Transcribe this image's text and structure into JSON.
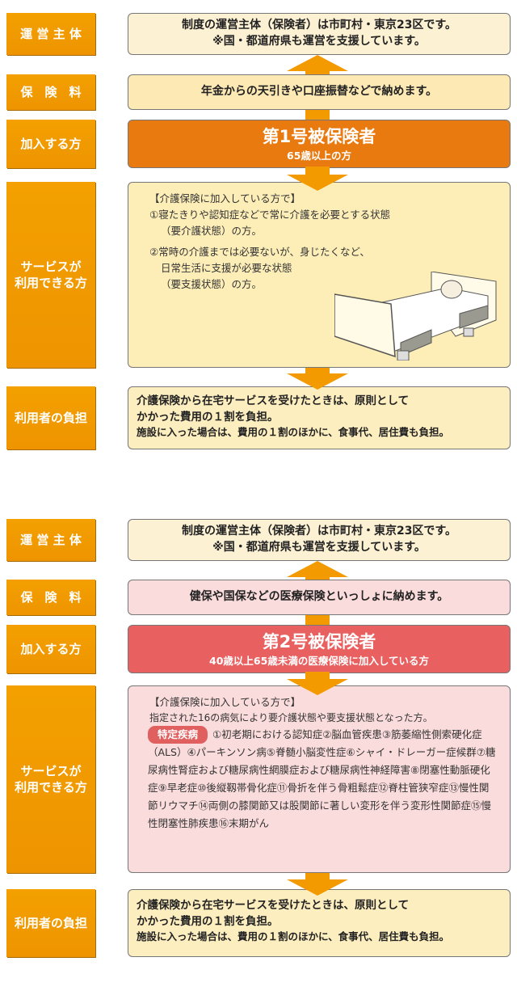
{
  "labels": {
    "operator": "運 営 主 体",
    "premium": "保　険　料",
    "member": "加入する方",
    "service": "サービスが\n利用できる方",
    "burden": "利用者の負担"
  },
  "sections": [
    {
      "operator": [
        "制度の運営主体（保険者）は市町村・東京23区です。",
        "※国・都道府県も運営を支援しています。"
      ],
      "premium": "年金からの天引きや口座振替などで納めます。",
      "member_title": "第1号被保険者",
      "member_sub": "65歳以上の方",
      "service_head": "【介護保険に加入している方で】",
      "service_lines": [
        "①寝たきりや認知症などで常に介護を必要とする状態",
        "（要介護状態）の方。",
        "②常時の介護までは必要ないが、身じたくなど、",
        "日常生活に支援が必要な状態",
        "（要支援状態）の方。"
      ],
      "burden": [
        "介護保険から在宅サービスを受けたときは、原則として",
        "かかった費用の１割を負担。",
        "施設に入った場合は、費用の１割のほかに、食事代、居住費も負担。"
      ]
    },
    {
      "operator": [
        "制度の運営主体（保険者）は市町村・東京23区です。",
        "※国・都道府県も運営を支援しています。"
      ],
      "premium": "健保や国保などの医療保険といっしょに納めます。",
      "member_title": "第2号被保険者",
      "member_sub": "40歳以上65歳未満の医療保険に加入している方",
      "service_head": "【介護保険に加入している方で】",
      "service_intro": "指定された16の病気により要介護状態や要支援状態となった方。",
      "tag": "特定疾病",
      "diseases": "①初老期における認知症②脳血管疾患③筋萎縮性側索硬化症（ALS）④パーキンソン病⑤脊髄小脳変性症⑥シャイ・ドレーガー症候群⑦糖尿病性腎症および糖尿病性網膜症および糖尿病性神経障害⑧閉塞性動脈硬化症⑨早老症⑩後縦靱帯骨化症⑪骨折を伴う骨粗鬆症⑫脊柱管狭窄症⑬慢性関節リウマチ⑭両側の膝関節又は股関節に著しい変形を伴う変形性関節症⑮慢性閉塞性肺疾患⑯末期がん",
      "burden": [
        "介護保険から在宅サービスを受けたときは、原則として",
        "かかった費用の１割を負担。",
        "施設に入った場合は、費用の１割のほかに、食事代、居住費も負担。"
      ]
    }
  ],
  "colors": {
    "label": "#f29a00",
    "s1_member": "#e87a10",
    "s2_member": "#e86060",
    "s2_box": "#fbdcdc"
  }
}
